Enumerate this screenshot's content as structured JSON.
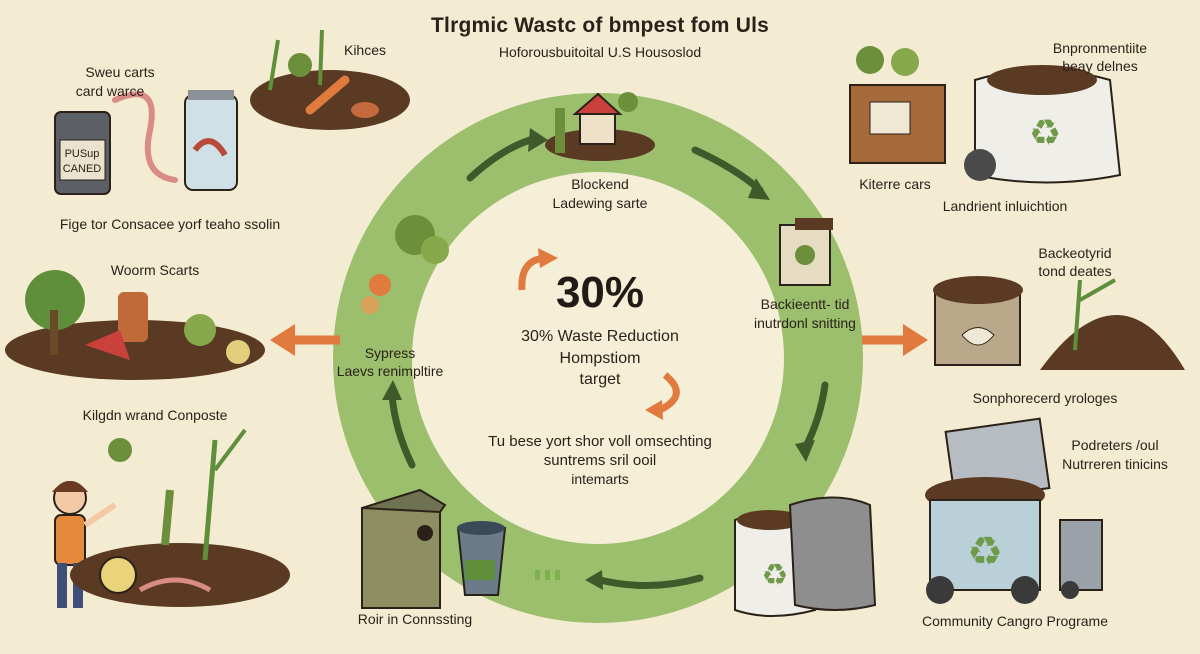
{
  "header": {
    "title": "Tlrgmic Wastc of bmpest fom Uls",
    "subtitle": "Hoforousbuitoital U.S Housoslod"
  },
  "center": {
    "percent": "30%",
    "line1": "30% Waste Reduction",
    "line2": "Hompstiom",
    "line3": "target",
    "bottom1": "Tu bese yort shor voll omsechting",
    "bottom2": "suntrems sril ooil",
    "bottom3": "intemarts"
  },
  "labels": {
    "top_left_1": "Sweu carts",
    "top_left_2": "card warce",
    "can_label_1": "PUSup",
    "can_label_2": "CANED",
    "left_upper": "Fige tor Consacee yorf teaho ssolin",
    "top_mid_left": "Kihces",
    "top_right_1": "Bnpronmentiite",
    "top_right_2": "beay delnes",
    "right_upper_1": "Kiterre cars",
    "right_upper_2": "Landrient inluichtion",
    "left_mid_title": "Woorm Scarts",
    "left_mid_bottom": "Kilgdn wrand Conposte",
    "right_mid_1": "Backeotyrid",
    "right_mid_2": "tond deates",
    "right_mid_bottom": "Sonphorecerd yrologes",
    "ring_top_1": "Blockend",
    "ring_top_2": "Ladewing sarte",
    "ring_left_1": "Sypress",
    "ring_left_2": "Laevs renimpltire",
    "ring_right_1": "Backieentt- tid",
    "ring_right_2": "inutrdonl snitting",
    "bottom_right_1": "Podreters /oul",
    "bottom_right_2": "Nutrreren tinicins",
    "bottom_left": "Roir in Connssting",
    "bottom_right_title": "Community Cangro Programe"
  },
  "colors": {
    "background": "#f3ecd3",
    "ring": "#9cbf6e",
    "ring_dark_arrow": "#3e5a2a",
    "orange_arrow": "#e07a3e",
    "soil": "#5a3a22",
    "leaf": "#5f8f3a"
  }
}
